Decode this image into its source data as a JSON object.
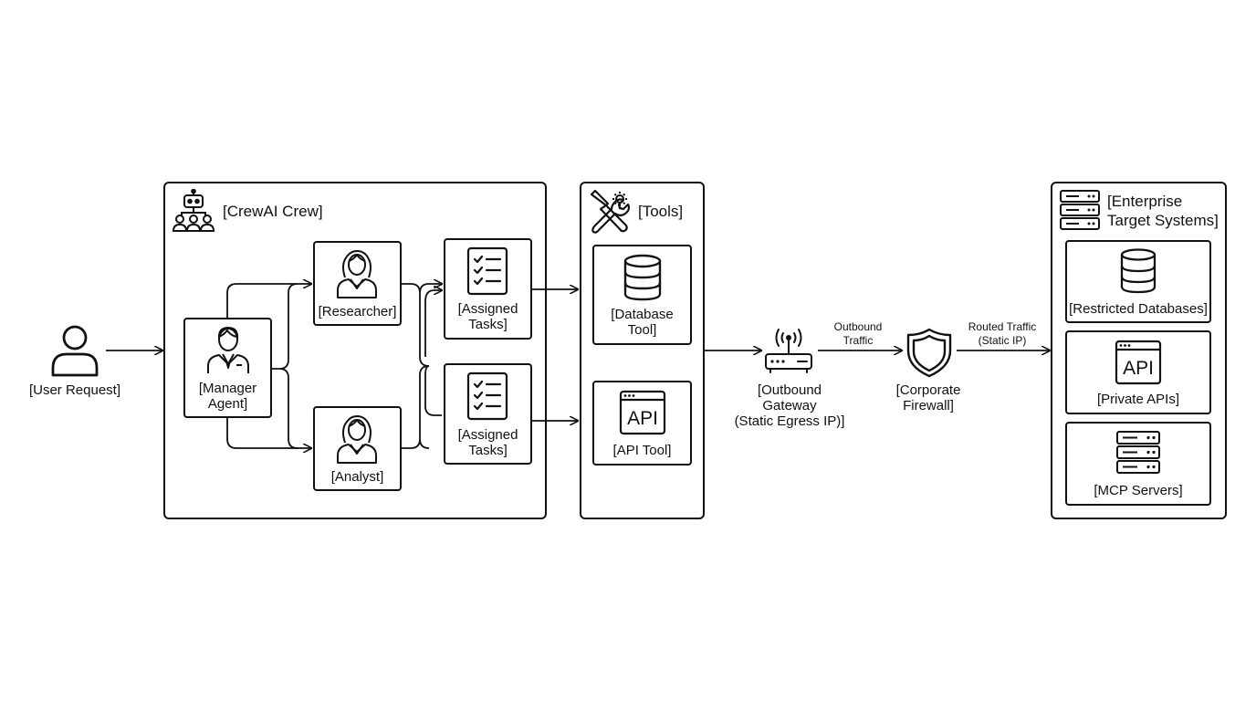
{
  "user": {
    "label": "[User Request]"
  },
  "crew": {
    "title": "[CrewAI Crew]",
    "manager": {
      "label_line1": "[Manager",
      "label_line2": "Agent]"
    },
    "researcher": {
      "label": "[Researcher]"
    },
    "analyst": {
      "label": "[Analyst]"
    },
    "tasks_top": {
      "label_line1": "[Assigned",
      "label_line2": "Tasks]"
    },
    "tasks_bottom": {
      "label_line1": "[Assigned",
      "label_line2": "Tasks]"
    }
  },
  "tools": {
    "title": "[Tools]",
    "database_tool": {
      "label_line1": "[Database",
      "label_line2": "Tool]"
    },
    "api_tool": {
      "label": "[API Tool]",
      "icon_text": "API"
    }
  },
  "gateway": {
    "label_line1": "[Outbound",
    "label_line2": "Gateway",
    "label_line3": "(Static Egress IP)]"
  },
  "edge_outbound": {
    "line1": "Outbound",
    "line2": "Traffic"
  },
  "firewall": {
    "label_line1": "[Corporate",
    "label_line2": "Firewall]"
  },
  "edge_routed": {
    "line1": "Routed Traffic",
    "line2": "(Static IP)"
  },
  "enterprise": {
    "title_line1": "[Enterprise",
    "title_line2": "Target Systems]",
    "restricted_db": {
      "label": "[Restricted Databases]"
    },
    "private_apis": {
      "label": "[Private APIs]",
      "icon_text": "API"
    },
    "mcp_servers": {
      "label": "[MCP Servers]"
    }
  },
  "icons": [
    "user-icon",
    "robot-team-icon",
    "manager-agent-icon",
    "researcher-icon",
    "analyst-icon",
    "checklist-icon",
    "tools-icon",
    "database-icon",
    "api-window-icon",
    "router-icon",
    "shield-icon",
    "server-rack-icon"
  ]
}
